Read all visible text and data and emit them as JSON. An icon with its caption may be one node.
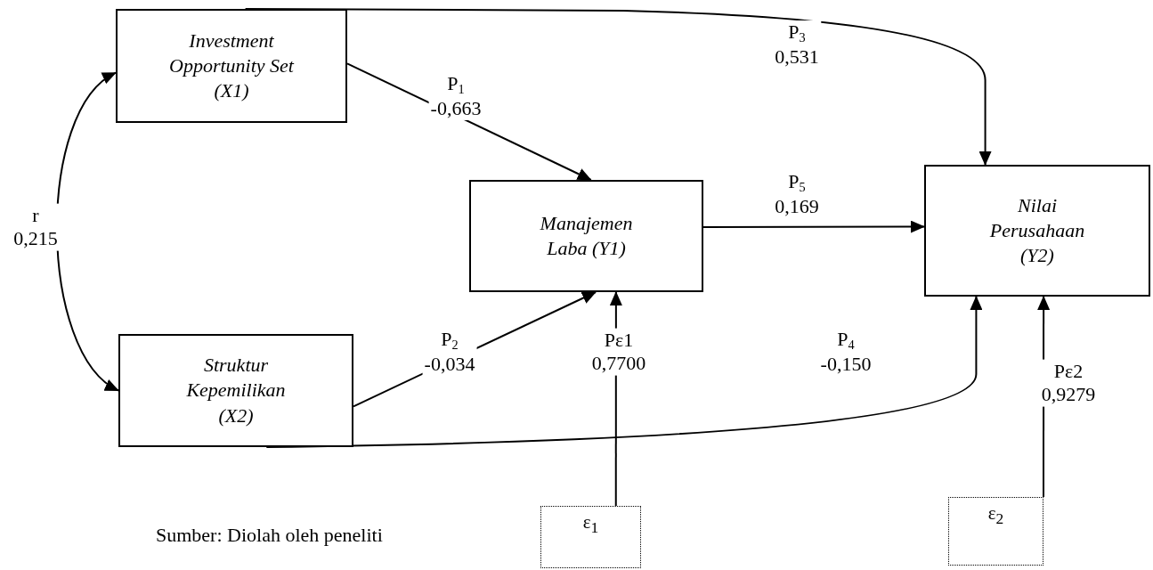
{
  "diagram": {
    "nodes": [
      {
        "text": [
          "Investment Opportunity Set (X1)"
        ]
      },
      {
        "text": [
          "Manajemen Laba (Y1)"
        ]
      },
      {
        "text": [
          "Nilai Perusahaan (Y2)"
        ]
      },
      {
        "text": [
          "Struktur Kepemilikan (X2)"
        ]
      },
      {
        "text": [
          "ε$_{1}$"
        ]
      },
      {
        "text": [
          "ε$_{2}$"
        ]
      }
    ],
    "edges": [
      {
        "from": 0,
        "to": 1,
        "arrow": "to",
        "label": "P$_{1}$ -0,663"
      },
      {
        "from": 3,
        "to": 1,
        "arrow": "to",
        "label": "P$_{2}$ -0,034"
      },
      {
        "from": 0,
        "to": 2,
        "arrow": "to",
        "label": "P$_{3}$ 0,531"
      },
      {
        "from": 3,
        "to": 2,
        "arrow": "to",
        "label": "P$_{4}$ -0,150"
      },
      {
        "from": 1,
        "to": 2,
        "arrow": "to",
        "label": "P$_{5}$ 0,169"
      },
      {
        "from": 4,
        "to": 1,
        "arrow": "to",
        "label": "Pε1 0,7700"
      },
      {
        "from": 5,
        "to": 2,
        "arrow": "to",
        "label": "Pε2 0,9279"
      },
      {
        "from": 0,
        "to": 3,
        "arrow": "both",
        "label": "r 0,215"
      }
    ],
    "labels": [
      "Sumber: Diolah oleh peneliti"
    ]
  }
}
